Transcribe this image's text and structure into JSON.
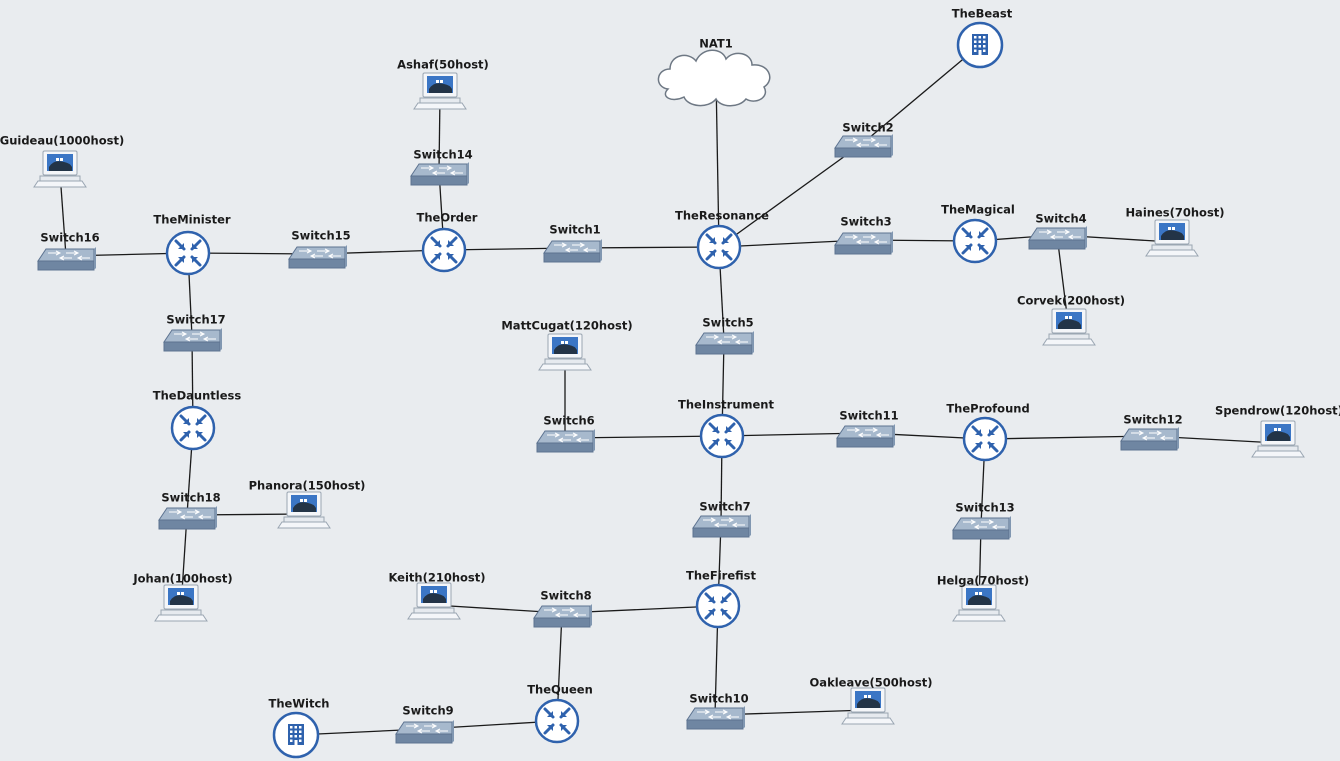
{
  "colors": {
    "background": "#e9ecef",
    "link": "#1a1a1a",
    "router": "#2f62ad",
    "switch_top": "#a7b9cd",
    "switch_side": "#6f86a2",
    "cloud": "#ffffff"
  },
  "nodes": {
    "nat1": {
      "label": "NAT1",
      "type": "cloud"
    },
    "thebeast": {
      "label": "TheBeast",
      "type": "building"
    },
    "thewitch": {
      "label": "TheWitch",
      "type": "building"
    },
    "theresonance": {
      "label": "TheResonance",
      "type": "router"
    },
    "theminister": {
      "label": "TheMinister",
      "type": "router"
    },
    "theorder": {
      "label": "TheOrder",
      "type": "router"
    },
    "themagical": {
      "label": "TheMagical",
      "type": "router"
    },
    "thedauntless": {
      "label": "TheDauntless",
      "type": "router"
    },
    "theinstrument": {
      "label": "TheInstrument",
      "type": "router"
    },
    "theprofound": {
      "label": "TheProfound",
      "type": "router"
    },
    "thefirefist": {
      "label": "TheFirefist",
      "type": "router"
    },
    "thequeen": {
      "label": "TheQueen",
      "type": "router"
    },
    "switch1": {
      "label": "Switch1",
      "type": "switch"
    },
    "switch2": {
      "label": "Switch2",
      "type": "switch"
    },
    "switch3": {
      "label": "Switch3",
      "type": "switch"
    },
    "switch4": {
      "label": "Switch4",
      "type": "switch"
    },
    "switch5": {
      "label": "Switch5",
      "type": "switch"
    },
    "switch6": {
      "label": "Switch6",
      "type": "switch"
    },
    "switch7": {
      "label": "Switch7",
      "type": "switch"
    },
    "switch8": {
      "label": "Switch8",
      "type": "switch"
    },
    "switch9": {
      "label": "Switch9",
      "type": "switch"
    },
    "switch10": {
      "label": "Switch10",
      "type": "switch"
    },
    "switch11": {
      "label": "Switch11",
      "type": "switch"
    },
    "switch12": {
      "label": "Switch12",
      "type": "switch"
    },
    "switch13": {
      "label": "Switch13",
      "type": "switch"
    },
    "switch14": {
      "label": "Switch14",
      "type": "switch"
    },
    "switch15": {
      "label": "Switch15",
      "type": "switch"
    },
    "switch16": {
      "label": "Switch16",
      "type": "switch"
    },
    "switch17": {
      "label": "Switch17",
      "type": "switch"
    },
    "switch18": {
      "label": "Switch18",
      "type": "switch"
    },
    "guideau": {
      "label": "Guideau(1000host)",
      "type": "host"
    },
    "ashaf": {
      "label": "Ashaf(50host)",
      "type": "host"
    },
    "haines": {
      "label": "Haines(70host)",
      "type": "host"
    },
    "corvek": {
      "label": "Corvek(200host)",
      "type": "host"
    },
    "mattcugat": {
      "label": "MattCugat(120host)",
      "type": "host"
    },
    "spendrow": {
      "label": "Spendrow(120host)",
      "type": "host"
    },
    "phanora": {
      "label": "Phanora(150host)",
      "type": "host"
    },
    "johan": {
      "label": "Johan(100host)",
      "type": "host"
    },
    "keith": {
      "label": "Keith(210host)",
      "type": "host"
    },
    "helga": {
      "label": "Helga(70host)",
      "type": "host"
    },
    "oakleave": {
      "label": "Oakleave(500host)",
      "type": "host"
    }
  },
  "links": [
    [
      "nat1",
      "theresonance"
    ],
    [
      "thebeast",
      "switch2"
    ],
    [
      "switch2",
      "theresonance"
    ],
    [
      "switch1",
      "theresonance"
    ],
    [
      "theorder",
      "switch1"
    ],
    [
      "theresonance",
      "switch3"
    ],
    [
      "switch3",
      "themagical"
    ],
    [
      "themagical",
      "switch4"
    ],
    [
      "switch4",
      "haines"
    ],
    [
      "switch4",
      "corvek"
    ],
    [
      "theresonance",
      "switch5"
    ],
    [
      "switch5",
      "theinstrument"
    ],
    [
      "ashaf",
      "switch14"
    ],
    [
      "switch14",
      "theorder"
    ],
    [
      "switch15",
      "theorder"
    ],
    [
      "theminister",
      "switch15"
    ],
    [
      "switch16",
      "theminister"
    ],
    [
      "guideau",
      "switch16"
    ],
    [
      "theminister",
      "switch17"
    ],
    [
      "switch17",
      "thedauntless"
    ],
    [
      "thedauntless",
      "switch18"
    ],
    [
      "switch18",
      "phanora"
    ],
    [
      "switch18",
      "johan"
    ],
    [
      "mattcugat",
      "switch6"
    ],
    [
      "switch6",
      "theinstrument"
    ],
    [
      "theinstrument",
      "switch11"
    ],
    [
      "switch11",
      "theprofound"
    ],
    [
      "theprofound",
      "switch12"
    ],
    [
      "switch12",
      "spendrow"
    ],
    [
      "theprofound",
      "switch13"
    ],
    [
      "switch13",
      "helga"
    ],
    [
      "theinstrument",
      "switch7"
    ],
    [
      "switch7",
      "thefirefist"
    ],
    [
      "thefirefist",
      "switch8"
    ],
    [
      "keith",
      "switch8"
    ],
    [
      "switch8",
      "thequeen"
    ],
    [
      "thefirefist",
      "switch10"
    ],
    [
      "switch10",
      "oakleave"
    ],
    [
      "thequeen",
      "switch9"
    ],
    [
      "switch9",
      "thewitch"
    ]
  ]
}
